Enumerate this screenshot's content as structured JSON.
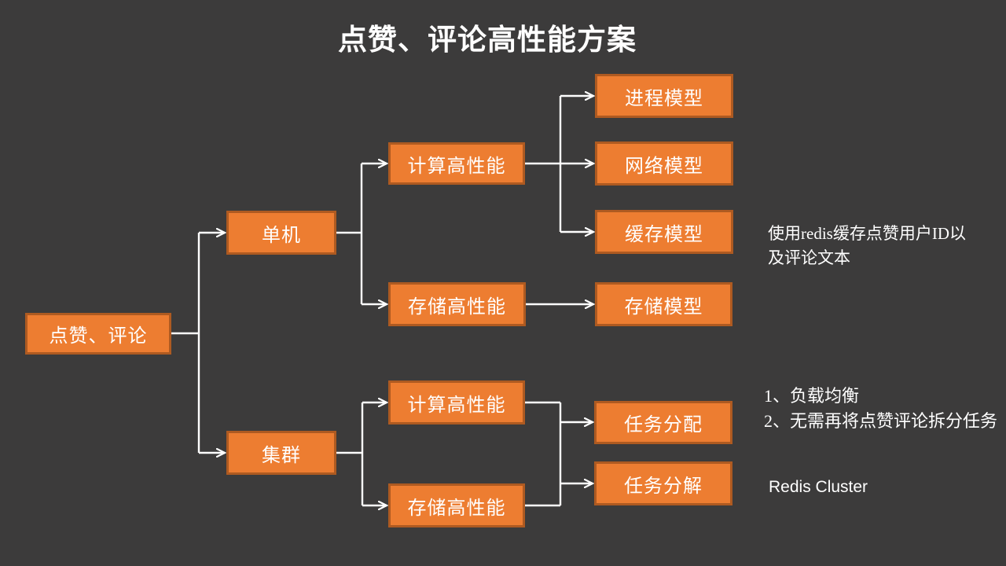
{
  "title": "点赞、评论高性能方案",
  "tree": {
    "root": "点赞、评论",
    "branches": [
      {
        "label": "单机",
        "children": [
          {
            "label": "计算高性能",
            "children": [
              "进程模型",
              "网络模型",
              "缓存模型"
            ]
          },
          {
            "label": "存储高性能",
            "children": [
              "存储模型"
            ]
          }
        ]
      },
      {
        "label": "集群",
        "children": [
          {
            "label": "计算高性能",
            "children": []
          },
          {
            "label": "存储高性能",
            "children": []
          }
        ],
        "shared_children": [
          "任务分配",
          "任务分解"
        ]
      }
    ]
  },
  "annotations": {
    "cache_note_lines": [
      "使用redis缓存点赞用户ID以",
      "及评论文本"
    ],
    "cache_note_full": "使用redis缓存点赞用户ID以及评论文本",
    "cluster_note_lines": [
      "1、负载均衡",
      "2、无需再将点赞评论拆分任务"
    ],
    "redis_cluster_label": "Redis Cluster"
  },
  "colors": {
    "background": "#3C3B3B",
    "node_fill": "#ED7D31",
    "node_border": "#AE5A21",
    "connector": "#FFFFFF",
    "text": "#FFFFFF"
  }
}
